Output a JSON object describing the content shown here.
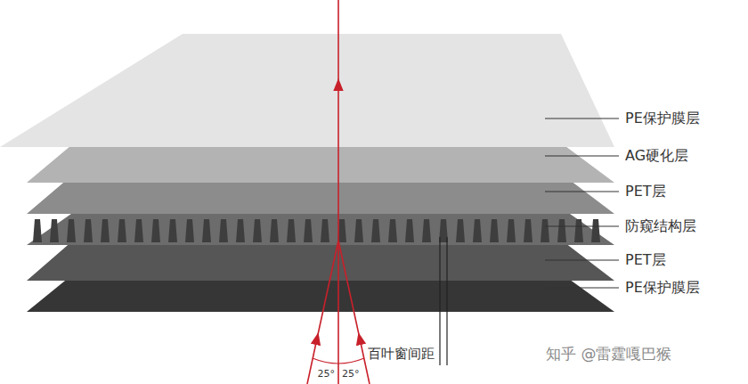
{
  "diagram": {
    "labels": [
      "PE保护膜层",
      "AG硬化层",
      "PET层",
      "防窥结构层",
      "PET层",
      "PE保护膜层",
      "百叶窗间距",
      "25°",
      "25°",
      "知乎 @雷霆嘎巴猴"
    ]
  }
}
